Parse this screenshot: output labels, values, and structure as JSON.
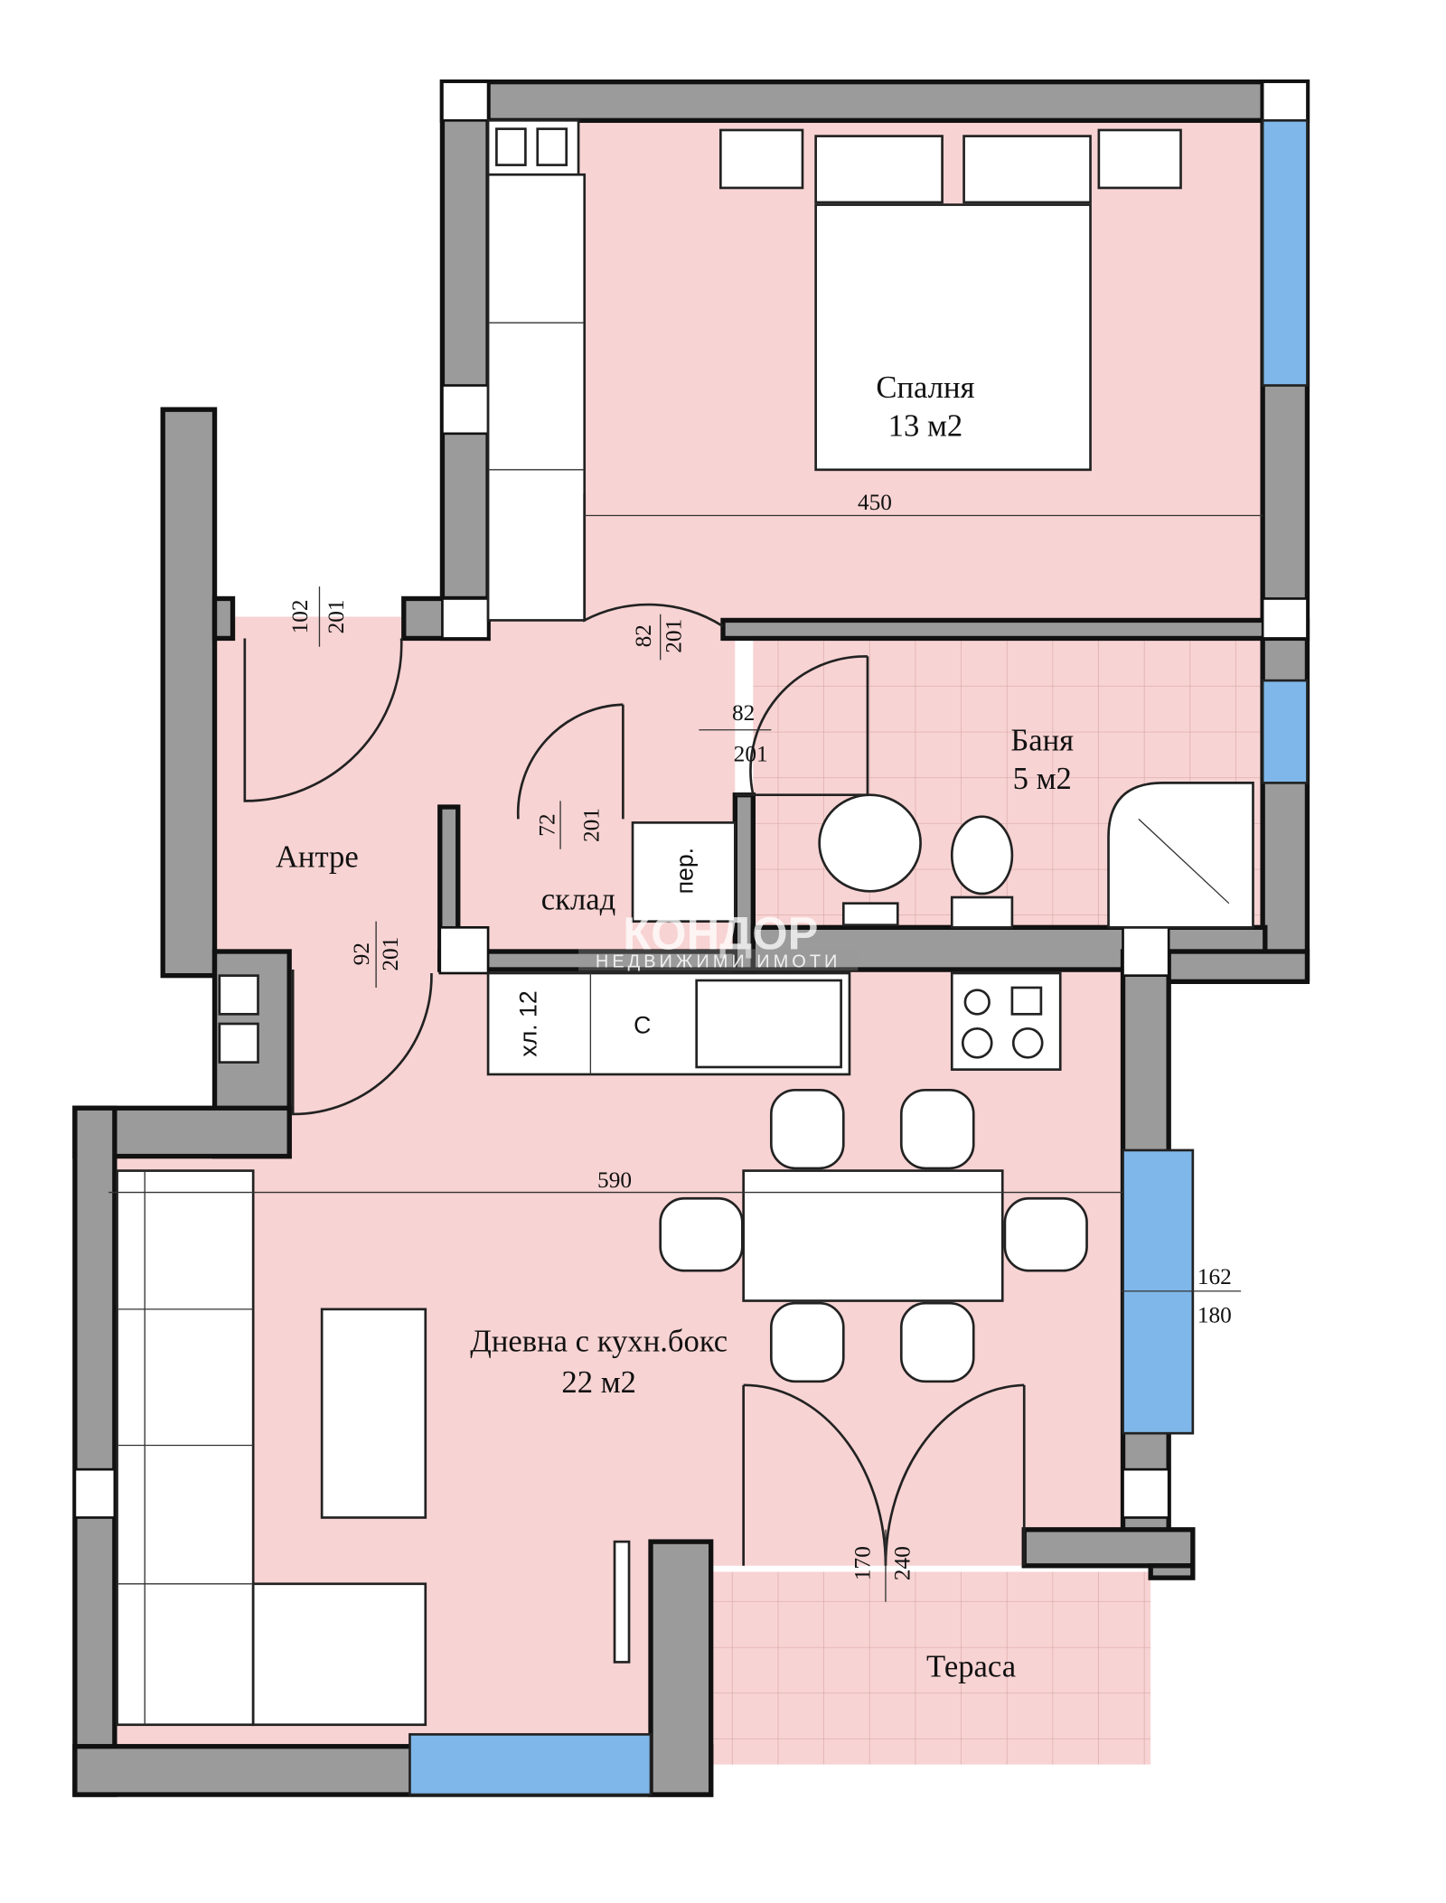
{
  "plan": {
    "colors": {
      "floor": "#f8d3d3",
      "wall": "#9b9b9b",
      "window": "#7fb7ea"
    },
    "rooms": {
      "bedroom": {
        "name": "Спалня",
        "area": "13 м2",
        "width": "450"
      },
      "bathroom": {
        "name": "Баня",
        "area": "5 м2"
      },
      "hall": {
        "name": "Антре"
      },
      "storage": {
        "name": "склад",
        "washer": "пер."
      },
      "living": {
        "name": "Дневна с кухн.бокс",
        "area": "22 м2",
        "width": "590"
      },
      "terrace": {
        "name": "Тераса"
      }
    },
    "kitchen": {
      "fridge": "хл. 12",
      "cabinet": "С"
    },
    "doors": {
      "entrance": {
        "w": "102",
        "h": "201"
      },
      "bedroom": {
        "w": "82",
        "h": "201"
      },
      "bathroom": {
        "w": "82",
        "h": "201"
      },
      "storage": {
        "w": "72",
        "h": "201"
      },
      "living": {
        "w": "92",
        "h": "201"
      },
      "terrace": {
        "w": "170",
        "h": "240"
      }
    },
    "window_living": {
      "w": "162",
      "h": "180"
    },
    "watermark": {
      "brand": "КОНДОР",
      "tagline": "НЕДВИЖИМИ ИМОТИ"
    }
  }
}
